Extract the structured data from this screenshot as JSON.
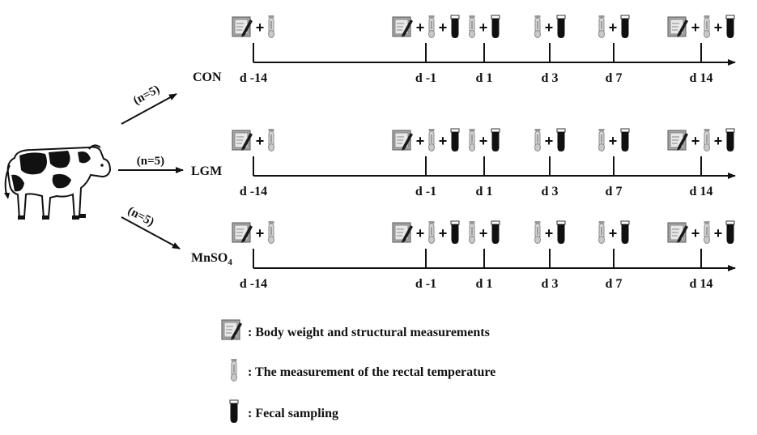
{
  "groups": [
    {
      "label": "CON",
      "n_label": "(n=5)"
    },
    {
      "label": "LGM",
      "n_label": "(n=5)"
    },
    {
      "label": "MnSO",
      "label_subscript": "4",
      "n_label": "(n=5)"
    }
  ],
  "days": [
    {
      "label": "d -14",
      "icons": [
        "notebook-icon",
        "thermometer-icon"
      ]
    },
    {
      "label": "d -1",
      "icons": [
        "notebook-icon",
        "thermometer-icon",
        "fecal-tube-icon"
      ]
    },
    {
      "label": "d 1",
      "icons": [
        "thermometer-icon",
        "fecal-tube-icon"
      ]
    },
    {
      "label": "d 3",
      "icons": [
        "thermometer-icon",
        "fecal-tube-icon"
      ]
    },
    {
      "label": "d 7",
      "icons": [
        "thermometer-icon",
        "fecal-tube-icon"
      ]
    },
    {
      "label": "d 14",
      "icons": [
        "notebook-icon",
        "thermometer-icon",
        "fecal-tube-icon"
      ]
    }
  ],
  "plus_sign": "+",
  "legend": [
    {
      "icon": "notebook-icon",
      "text": ": Body weight and structural measurements"
    },
    {
      "icon": "thermometer-icon",
      "text": ": The measurement of the rectal temperature"
    },
    {
      "icon": "fecal-tube-icon",
      "text": ": Fecal sampling"
    }
  ],
  "colors": {
    "ink": "#111111",
    "icon_gray": "#b9b9b9",
    "icon_dark": "#222222"
  }
}
